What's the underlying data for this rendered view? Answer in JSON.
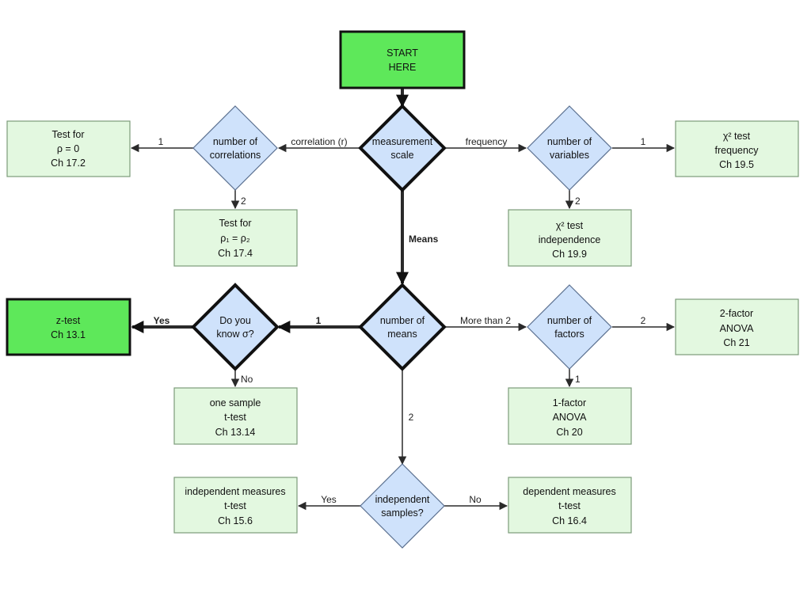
{
  "diagram": {
    "start": {
      "lines": [
        "START",
        "HERE"
      ]
    },
    "decisions": {
      "measurement_scale": {
        "lines": [
          "measurement",
          "scale"
        ]
      },
      "number_of_correlations": {
        "lines": [
          "number of",
          "correlations"
        ]
      },
      "number_of_variables": {
        "lines": [
          "number of",
          "variables"
        ]
      },
      "number_of_means": {
        "lines": [
          "number of",
          "means"
        ]
      },
      "do_you_know_sigma": {
        "lines": [
          "Do you",
          "know σ?"
        ]
      },
      "number_of_factors": {
        "lines": [
          "number of",
          "factors"
        ]
      },
      "independent_samples": {
        "lines": [
          "independent",
          "samples?"
        ]
      }
    },
    "results": {
      "test_rho_0": {
        "lines": [
          "Test for",
          "ρ = 0",
          "Ch 17.2"
        ]
      },
      "test_rho1_rho2": {
        "lines": [
          "Test for",
          "ρ₁ = ρ₂",
          "Ch 17.4"
        ]
      },
      "chi2_frequency": {
        "lines": [
          "χ² test",
          "frequency",
          "Ch 19.5"
        ]
      },
      "chi2_independence": {
        "lines": [
          "χ² test",
          "independence",
          "Ch 19.9"
        ]
      },
      "z_test": {
        "lines": [
          "z-test",
          "Ch 13.1"
        ]
      },
      "one_sample_t": {
        "lines": [
          "one sample",
          "t-test",
          "Ch 13.14"
        ]
      },
      "two_factor_anova": {
        "lines": [
          "2-factor",
          "ANOVA",
          "Ch 21"
        ]
      },
      "one_factor_anova": {
        "lines": [
          "1-factor",
          "ANOVA",
          "Ch 20"
        ]
      },
      "independent_measures_t": {
        "lines": [
          "independent measures",
          "t-test",
          "Ch 15.6"
        ]
      },
      "dependent_measures_t": {
        "lines": [
          "dependent measures",
          "t-test",
          "Ch 16.4"
        ]
      }
    },
    "edge_labels": {
      "correlation": "correlation (r)",
      "frequency": "frequency",
      "means": "Means",
      "corr_1": "1",
      "corr_2": "2",
      "var_1": "1",
      "var_2": "2",
      "means_1": "1",
      "means_more_than_2": "More than 2",
      "means_2": "2",
      "sigma_yes": "Yes",
      "sigma_no": "No",
      "factors_2": "2",
      "factors_1": "1",
      "indep_yes": "Yes",
      "indep_no": "No"
    },
    "colors": {
      "start_fill": "#5ee85a",
      "decision_fill": "#cfe2fb",
      "result_fill": "#e3f8e0",
      "result_border": "#7c9b7a",
      "line": "#2a2a2a"
    }
  }
}
